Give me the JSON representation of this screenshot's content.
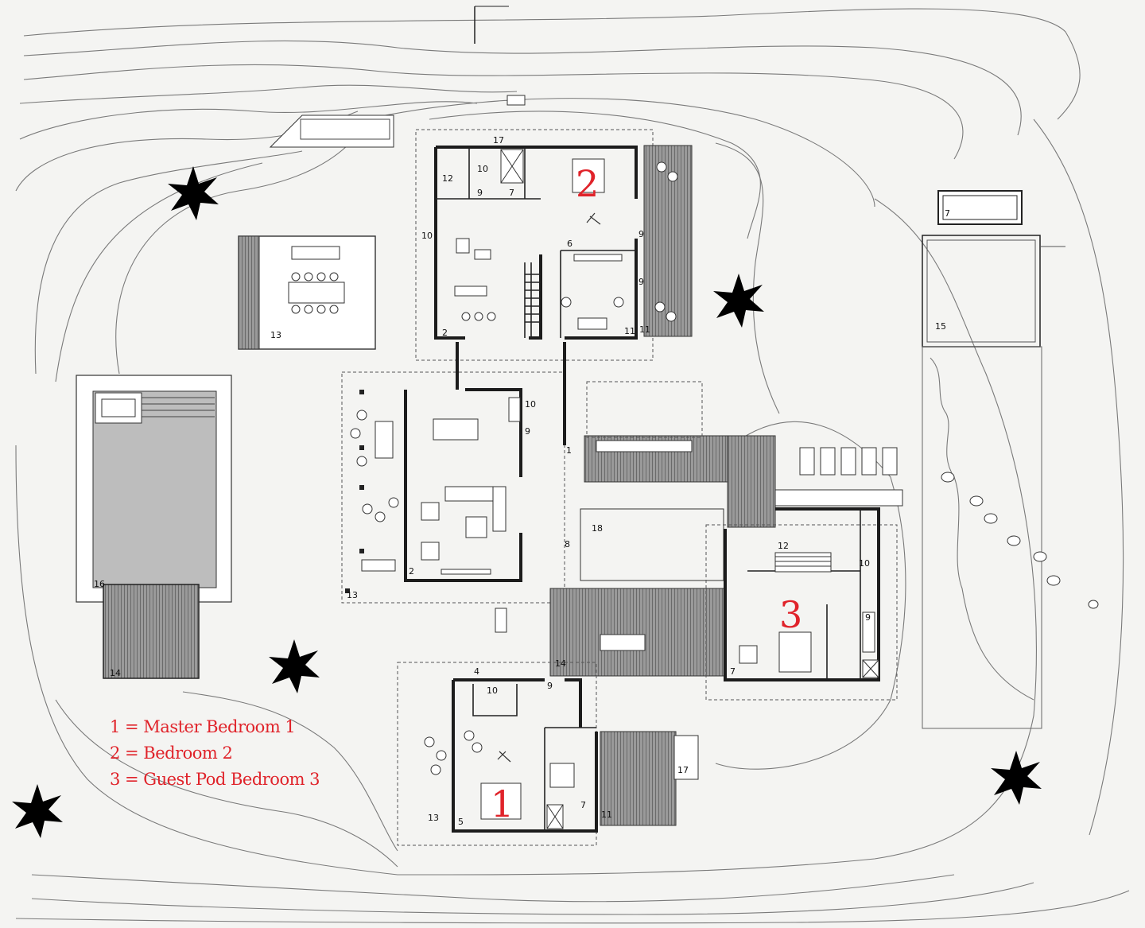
{
  "plan": {
    "room_markers": [
      {
        "id": "1",
        "label": "1"
      },
      {
        "id": "2",
        "label": "2"
      },
      {
        "id": "3",
        "label": "3"
      }
    ],
    "key_numbers": [
      "1",
      "2",
      "4",
      "5",
      "6",
      "7",
      "8",
      "9",
      "10",
      "11",
      "12",
      "13",
      "14",
      "15",
      "16",
      "17",
      "18"
    ],
    "marker_color": "#e0232a"
  },
  "legend": {
    "line1": "1 = Master Bedroom 1",
    "line2": "2 = Bedroom 2",
    "line3": "3 = Guest Pod Bedroom 3"
  }
}
